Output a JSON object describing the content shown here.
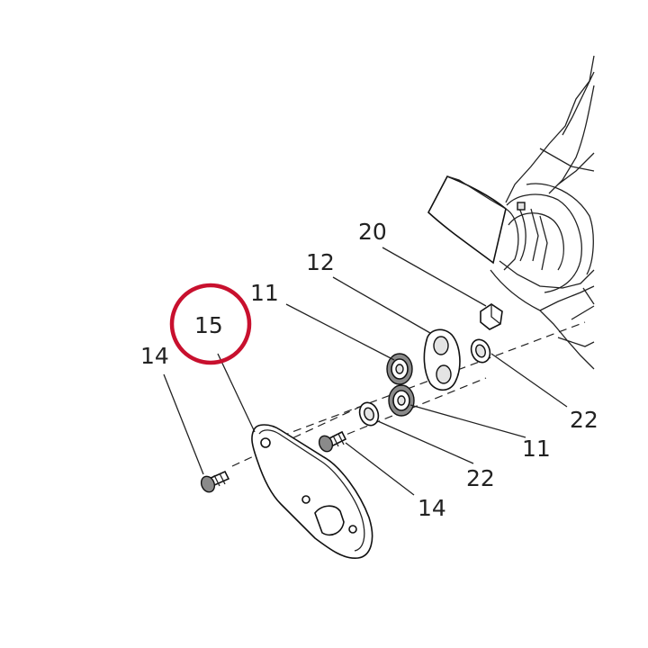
{
  "diagram": {
    "callouts": [
      {
        "id": "c20",
        "text": "20"
      },
      {
        "id": "c12",
        "text": "12"
      },
      {
        "id": "c11a",
        "text": "11"
      },
      {
        "id": "c15",
        "text": "15"
      },
      {
        "id": "c14a",
        "text": "14"
      },
      {
        "id": "c22a",
        "text": "22"
      },
      {
        "id": "c11b",
        "text": "11"
      },
      {
        "id": "c22b",
        "text": "22"
      },
      {
        "id": "c14b",
        "text": "14"
      }
    ],
    "highlight": {
      "target": "15",
      "color": "#c8102e"
    }
  }
}
